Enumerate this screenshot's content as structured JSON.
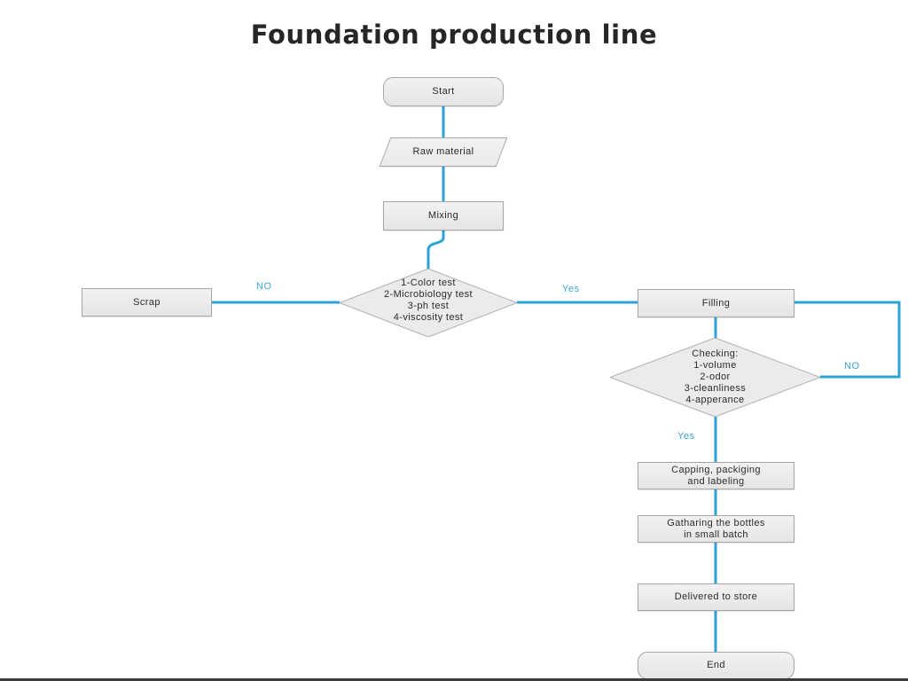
{
  "title": "Foundation production line",
  "colors": {
    "connector": "#2ba3d6",
    "edge_label": "#3aa6d6",
    "node_fill": "#eeecec",
    "node_border": "#a6a6a6",
    "title_text": "#262626",
    "background": "#ffffff"
  },
  "nodes": {
    "start": {
      "label": "Start",
      "shape": "terminator"
    },
    "raw_material": {
      "label": "Raw material",
      "shape": "parallelogram"
    },
    "mixing": {
      "label": "Mixing",
      "shape": "process"
    },
    "quality_test": {
      "label": "1-Color test\n2-Microbiology test\n3-ph test\n4-viscosity test",
      "shape": "decision"
    },
    "scrap": {
      "label": "Scrap",
      "shape": "process"
    },
    "filling": {
      "label": "Filling",
      "shape": "process"
    },
    "checking": {
      "label": "Checking:\n1-volume\n2-odor\n3-cleanliness\n4-apperance",
      "shape": "decision"
    },
    "capping": {
      "label": "Capping, packiging\nand labeling",
      "shape": "process"
    },
    "gathering": {
      "label": "Gatharing the bottles\nin small batch",
      "shape": "process"
    },
    "delivered": {
      "label": "Delivered to store",
      "shape": "process"
    },
    "end": {
      "label": "End",
      "shape": "terminator"
    }
  },
  "edge_labels": {
    "quality_no": "NO",
    "quality_yes": "Yes",
    "checking_no": "NO",
    "checking_yes": "Yes"
  }
}
